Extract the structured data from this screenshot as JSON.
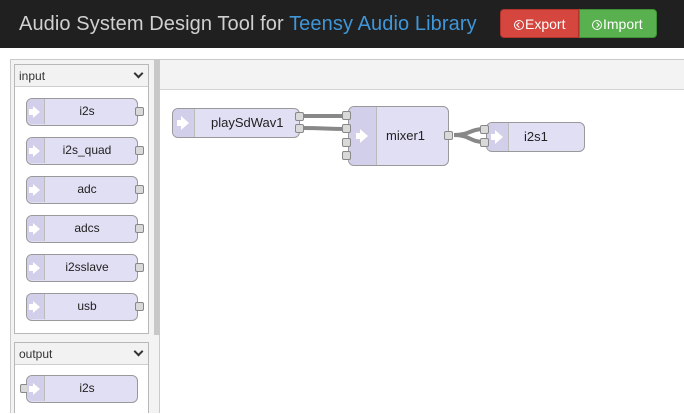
{
  "header": {
    "title_prefix": "Audio System Design Tool for ",
    "title_brand": "Teensy Audio Library",
    "export_label": "Export",
    "import_label": "Import",
    "colors": {
      "bar": "#202020",
      "brand": "#3f96d8",
      "export": "#d5463f",
      "import": "#59b04f"
    }
  },
  "palette": {
    "categories": [
      {
        "name": "input",
        "nodes": [
          "i2s",
          "i2s_quad",
          "adc",
          "adcs",
          "i2sslave",
          "usb"
        ]
      },
      {
        "name": "output",
        "nodes": [
          "i2s"
        ]
      }
    ]
  },
  "workspace": {
    "nodes": [
      {
        "id": "playSdWav1",
        "label": "playSdWav1",
        "inputs": 0,
        "outputs": 2
      },
      {
        "id": "mixer1",
        "label": "mixer1",
        "inputs": 4,
        "outputs": 1
      },
      {
        "id": "i2s1",
        "label": "i2s1",
        "inputs": 2,
        "outputs": 0
      }
    ],
    "wires": [
      {
        "from": "playSdWav1",
        "from_port": 0,
        "to": "mixer1",
        "to_port": 0
      },
      {
        "from": "playSdWav1",
        "from_port": 1,
        "to": "mixer1",
        "to_port": 1
      },
      {
        "from": "mixer1",
        "from_port": 0,
        "to": "i2s1",
        "to_port": 0
      },
      {
        "from": "mixer1",
        "from_port": 0,
        "to": "i2s1",
        "to_port": 1
      }
    ],
    "node_color": "#e1dff4",
    "wire_color": "#888888"
  }
}
